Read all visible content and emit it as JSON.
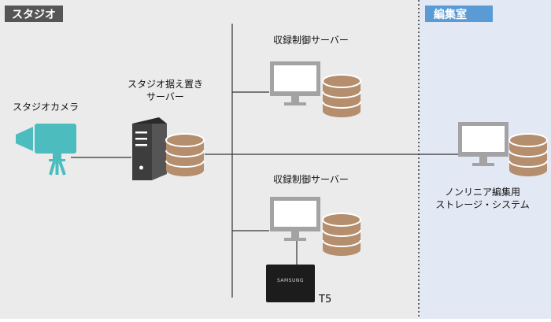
{
  "zones": {
    "studio": {
      "label": "スタジオ"
    },
    "editing_room": {
      "label": "編集室"
    }
  },
  "nodes": {
    "camera": {
      "label": "スタジオカメラ"
    },
    "studio_server": {
      "label_line1": "スタジオ据え置き",
      "label_line2": "サーバー"
    },
    "recording_server_top": {
      "label": "収録制御サーバー"
    },
    "recording_server_bottom": {
      "label": "収録制御サーバー"
    },
    "ssd": {
      "brand": "SAMSUNG",
      "model": "T5"
    },
    "shared_storage": {
      "label_line1": "ノンリニア編集用",
      "label_line2": "ストレージ・システム"
    }
  },
  "colors": {
    "studio_bg": "#ebebeb",
    "editing_bg": "#e3e9f4",
    "studio_tag": "#555555",
    "editing_tag": "#5b9bd5",
    "camera": "#4cbcbf",
    "database": "#b48e6d",
    "monitor": "#a3a3a3",
    "server_tower": "#3d3d3d",
    "line": "#333333"
  }
}
